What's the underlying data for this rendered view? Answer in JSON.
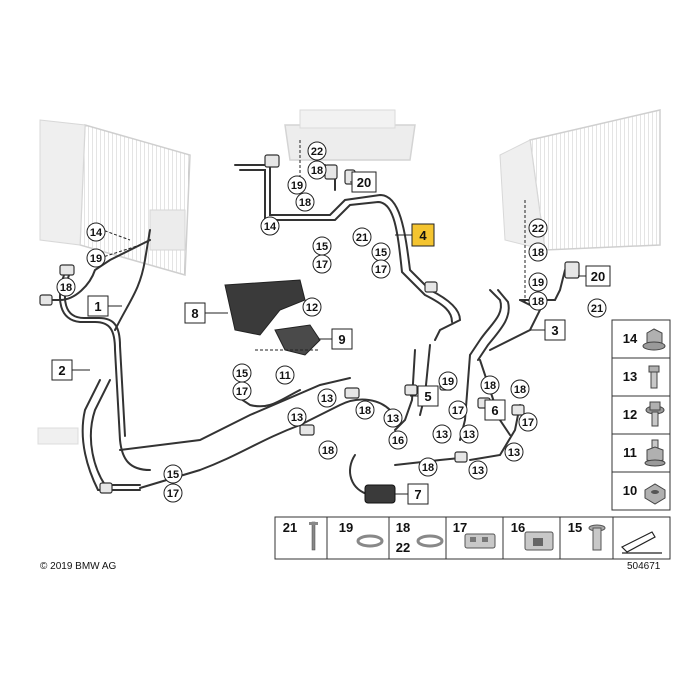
{
  "copyright": "© 2019 BMW AG",
  "drawing_number": "504671",
  "colors": {
    "highlight": "#f4c430",
    "line": "#222222",
    "ghost_part": "#d9d9d9",
    "part_fill": "#f5f5f5"
  },
  "part_labels": [
    {
      "id": "1",
      "text": "1"
    },
    {
      "id": "2",
      "text": "2"
    },
    {
      "id": "3",
      "text": "3"
    },
    {
      "id": "4",
      "text": "4",
      "highlighted": true
    },
    {
      "id": "5",
      "text": "5"
    },
    {
      "id": "6",
      "text": "6"
    },
    {
      "id": "7",
      "text": "7"
    },
    {
      "id": "8",
      "text": "8"
    },
    {
      "id": "9",
      "text": "9"
    },
    {
      "id": "20a",
      "text": "20"
    },
    {
      "id": "20b",
      "text": "20"
    }
  ],
  "callouts": [
    {
      "text": "22"
    },
    {
      "text": "18"
    },
    {
      "text": "19"
    },
    {
      "text": "18"
    },
    {
      "text": "14"
    },
    {
      "text": "21"
    },
    {
      "text": "15"
    },
    {
      "text": "17"
    },
    {
      "text": "15"
    },
    {
      "text": "17"
    },
    {
      "text": "14"
    },
    {
      "text": "19"
    },
    {
      "text": "18"
    },
    {
      "text": "22"
    },
    {
      "text": "18"
    },
    {
      "text": "19"
    },
    {
      "text": "18"
    },
    {
      "text": "21"
    },
    {
      "text": "12"
    },
    {
      "text": "15"
    },
    {
      "text": "17"
    },
    {
      "text": "11"
    },
    {
      "text": "13"
    },
    {
      "text": "18"
    },
    {
      "text": "13"
    },
    {
      "text": "18"
    },
    {
      "text": "16"
    },
    {
      "text": "13"
    },
    {
      "text": "17"
    },
    {
      "text": "13"
    },
    {
      "text": "19"
    },
    {
      "text": "18"
    },
    {
      "text": "18"
    },
    {
      "text": "17"
    },
    {
      "text": "13"
    },
    {
      "text": "18"
    },
    {
      "text": "13"
    },
    {
      "text": "15"
    },
    {
      "text": "17"
    },
    {
      "text": "13"
    }
  ],
  "hardware_legend": [
    {
      "number": "14",
      "icon": "flange-nut-icon"
    },
    {
      "number": "13",
      "icon": "bolt-icon"
    },
    {
      "number": "12",
      "icon": "flanged-bolt-icon"
    },
    {
      "number": "11",
      "icon": "stud-nut-icon"
    },
    {
      "number": "10",
      "icon": "hex-nut-icon"
    }
  ],
  "bottom_legend": [
    {
      "number": "21",
      "icon": "rivet-pin-icon"
    },
    {
      "number": "19",
      "icon": "sealing-ring-icon"
    },
    {
      "number": "18",
      "icon": "o-ring-icon"
    },
    {
      "number": "22",
      "icon": "o-ring-icon"
    },
    {
      "number": "17",
      "icon": "holder-clip-icon"
    },
    {
      "number": "16",
      "icon": "bracket-clip-icon"
    },
    {
      "number": "15",
      "icon": "expanding-rivet-icon"
    },
    {
      "number": "",
      "icon": "arrow-icon"
    }
  ]
}
